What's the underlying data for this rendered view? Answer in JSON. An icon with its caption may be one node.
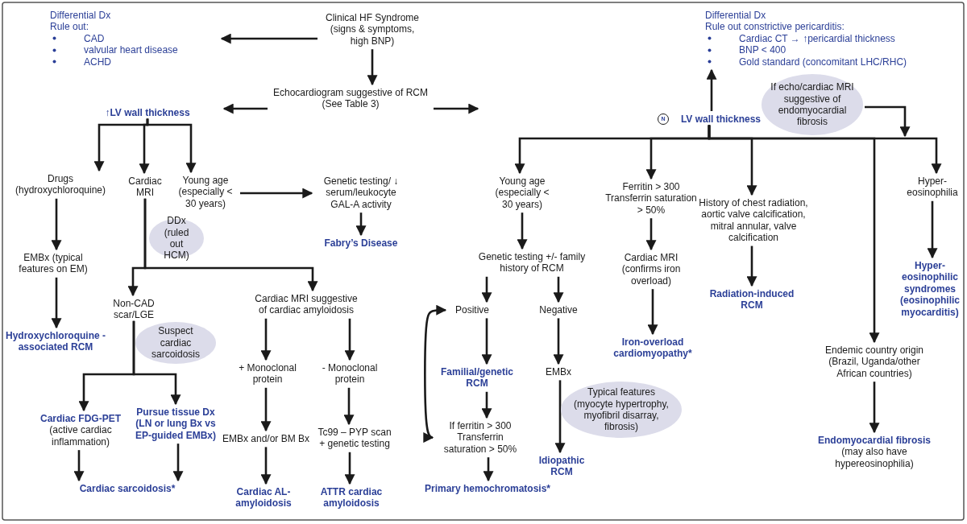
{
  "diagram": {
    "nodes": [
      {
        "text": [
          "Clinical HF Syndrome (signs & symptoms, high BNP)"
        ]
      },
      {
        "text": [
          "Differential Dx",
          "Rule out:",
          "CAD",
          "valvular heart disease",
          "ACHD"
        ]
      },
      {
        "text": [
          "Echocardiogram suggestive of RCM (See Table 3)"
        ]
      },
      {
        "text": [
          "↑LV wall thickness"
        ]
      },
      {
        "text": [
          "Differential Dx",
          "Rule out constrictive pericarditis:",
          "Cardiac CT → ↑pericardial thickness",
          "BNP < 400",
          "Gold standard (concomitant LHC/RHC)"
        ]
      },
      {
        "text": [
          "N",
          "LV wall thickness"
        ]
      },
      {
        "text": [
          "If echo/cardiac MRI suggestive of endomyocardial fibrosis"
        ]
      },
      {
        "text": [
          "Drugs (hydroxychloroquine)"
        ]
      },
      {
        "text": [
          "Cardiac MRI"
        ]
      },
      {
        "text": [
          "Young age (especially < 30 years)"
        ]
      },
      {
        "text": [
          "Genetic testing/ ↓ serum/leukocyte GAL-A activity"
        ]
      },
      {
        "text": [
          "Fabry’s Disease"
        ]
      },
      {
        "text": [
          "DDx (ruled out HCM)"
        ]
      },
      {
        "text": [
          "EMBx (typical features on EM)"
        ]
      },
      {
        "text": [
          "Hydroxychloroquine -associated RCM"
        ]
      },
      {
        "text": [
          "Non-CAD scar/LGE"
        ]
      },
      {
        "text": [
          "Cardiac MRI suggestive of cardiac amyloidosis"
        ]
      },
      {
        "text": [
          "Suspect cardiac sarcoidosis"
        ]
      },
      {
        "text": [
          "Cardiac FDG-PET",
          "(active cardiac inflammation)"
        ]
      },
      {
        "text": [
          "Pursue tissue Dx (LN or lung Bx vs EP-guided EMBx)"
        ]
      },
      {
        "text": [
          "Cardiac sarcoidosis*"
        ]
      },
      {
        "text": [
          "+ Monoclonal protein"
        ]
      },
      {
        "text": [
          "- Monoclonal protein"
        ]
      },
      {
        "text": [
          "EMBx and/or BM Bx"
        ]
      },
      {
        "text": [
          "Tc99 – PYP scan + genetic testing"
        ]
      },
      {
        "text": [
          "Cardiac AL-amyloidosis"
        ]
      },
      {
        "text": [
          "ATTR cardiac amyloidosis"
        ]
      },
      {
        "text": [
          "Young age (especially < 30 years)"
        ]
      },
      {
        "text": [
          "Genetic testing +/- family history of RCM"
        ]
      },
      {
        "text": [
          "Positive"
        ]
      },
      {
        "text": [
          "Negative"
        ]
      },
      {
        "text": [
          "Familial/genetic RCM"
        ]
      },
      {
        "text": [
          "If ferritin > 300 Transferrin saturation > 50%"
        ]
      },
      {
        "text": [
          "Primary hemochromatosis*"
        ]
      },
      {
        "text": [
          "EMBx"
        ]
      },
      {
        "text": [
          "Idiopathic RCM"
        ]
      },
      {
        "text": [
          "Typical features (myocyte hypertrophy, myofibril disarray, fibrosis)"
        ]
      },
      {
        "text": [
          "Ferritin > 300 Transferrin saturation > 50%"
        ]
      },
      {
        "text": [
          "Cardiac MRI (confirms iron overload)"
        ]
      },
      {
        "text": [
          "Iron-overload cardiomyopathy*"
        ]
      },
      {
        "text": [
          "History of chest radiation, aortic valve calcification, mitral annular, valve calcification"
        ]
      },
      {
        "text": [
          "Radiation-induced RCM"
        ]
      },
      {
        "text": [
          "Hyper- eosinophilia"
        ]
      },
      {
        "text": [
          "Hyper- eosinophilic syndromes (eosinophilic myocarditis)"
        ]
      },
      {
        "text": [
          "Endemic country origin (Brazil, Uganda/other African countries)"
        ]
      },
      {
        "text": [
          "Endomyocardial fibrosis",
          "(may also have hypereosinophilia)"
        ]
      }
    ],
    "edges": [
      {
        "from": 0,
        "to": 1,
        "arrow": "to"
      },
      {
        "from": 0,
        "to": 2,
        "arrow": "to"
      },
      {
        "from": 2,
        "to": 3,
        "arrow": "to"
      },
      {
        "from": 2,
        "to": null,
        "arrow": "to"
      },
      {
        "from": 3,
        "to": 7,
        "arrow": "to"
      },
      {
        "from": 3,
        "to": 8,
        "arrow": "to"
      },
      {
        "from": 3,
        "to": 9,
        "arrow": "to"
      },
      {
        "from": 9,
        "to": 10,
        "arrow": "to"
      },
      {
        "from": 10,
        "to": 11,
        "arrow": "to"
      },
      {
        "from": 7,
        "to": 13,
        "arrow": "to"
      },
      {
        "from": 13,
        "to": 14,
        "arrow": "to"
      },
      {
        "from": 8,
        "to": 15,
        "arrow": "to"
      },
      {
        "from": 8,
        "to": 16,
        "arrow": "to"
      },
      {
        "from": 15,
        "to": 18,
        "arrow": "to"
      },
      {
        "from": 15,
        "to": 19,
        "arrow": "to"
      },
      {
        "from": 18,
        "to": 20,
        "arrow": "to"
      },
      {
        "from": 19,
        "to": 20,
        "arrow": "to"
      },
      {
        "from": 16,
        "to": 21,
        "arrow": "to"
      },
      {
        "from": 16,
        "to": 22,
        "arrow": "to"
      },
      {
        "from": 21,
        "to": 23,
        "arrow": "to"
      },
      {
        "from": 22,
        "to": 24,
        "arrow": "to"
      },
      {
        "from": 23,
        "to": 25,
        "arrow": "to"
      },
      {
        "from": 24,
        "to": 26,
        "arrow": "to"
      },
      {
        "from": 5,
        "to": 4,
        "arrow": "to"
      },
      {
        "from": 6,
        "to": null,
        "arrow": "to"
      },
      {
        "from": 5,
        "to": 27,
        "arrow": "to"
      },
      {
        "from": 5,
        "to": 37,
        "arrow": "to"
      },
      {
        "from": 5,
        "to": 40,
        "arrow": "to"
      },
      {
        "from": 5,
        "to": 44,
        "arrow": "to"
      },
      {
        "from": 5,
        "to": 42,
        "arrow": "to"
      },
      {
        "from": 27,
        "to": 28,
        "arrow": "to"
      },
      {
        "from": 28,
        "to": 29,
        "arrow": "to"
      },
      {
        "from": 28,
        "to": 30,
        "arrow": "to"
      },
      {
        "from": 29,
        "to": 31,
        "arrow": "to"
      },
      {
        "from": 31,
        "to": 32,
        "arrow": "to"
      },
      {
        "from": 32,
        "to": 33,
        "arrow": "to"
      },
      {
        "from": 29,
        "to": 32,
        "arrow": "both"
      },
      {
        "from": 30,
        "to": 34,
        "arrow": "to"
      },
      {
        "from": 34,
        "to": 35,
        "arrow": "to"
      },
      {
        "from": 37,
        "to": 38,
        "arrow": "to"
      },
      {
        "from": 38,
        "to": 39,
        "arrow": "to"
      },
      {
        "from": 40,
        "to": 41,
        "arrow": "to"
      },
      {
        "from": 42,
        "to": 43,
        "arrow": "to"
      },
      {
        "from": 44,
        "to": 45,
        "arrow": "to"
      }
    ]
  }
}
